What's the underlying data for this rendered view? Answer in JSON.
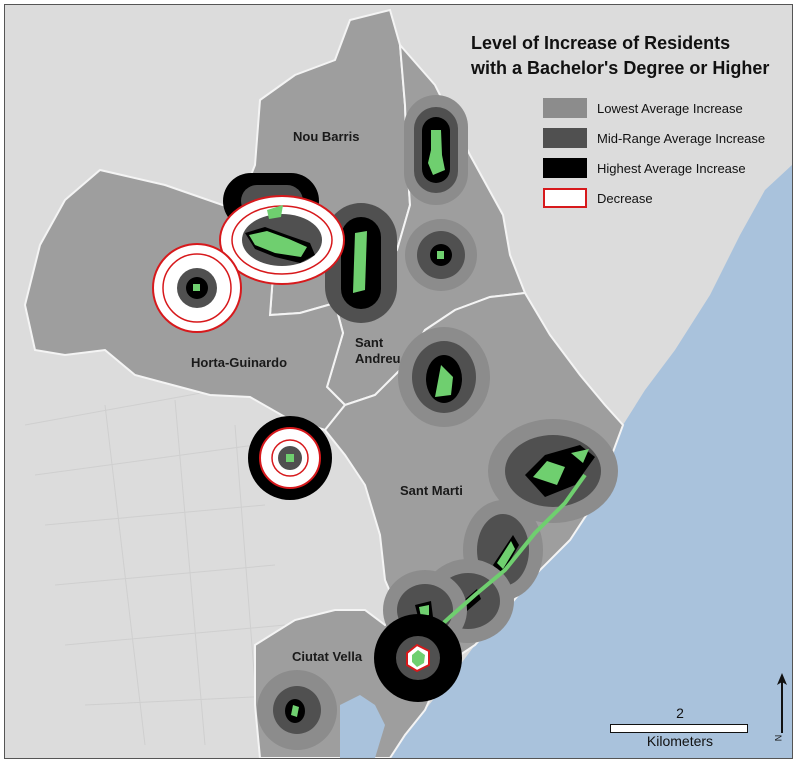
{
  "title": {
    "line1": "Level of Increase of Residents",
    "line2": "with a Bachelor's Degree or Higher"
  },
  "legend": {
    "items": [
      {
        "label": "Lowest Average Increase",
        "fill": "#8c8c8c",
        "border": "#8c8c8c"
      },
      {
        "label": "Mid-Range Average Increase",
        "fill": "#505050",
        "border": "#505050"
      },
      {
        "label": "Highest Average Increase",
        "fill": "#000000",
        "border": "#000000"
      },
      {
        "label": "Decrease",
        "fill": "#ffffff",
        "border": "#d7191c"
      }
    ]
  },
  "districts": {
    "nou_barris": "Nou Barris",
    "sant_andreu_line1": "Sant",
    "sant_andreu_line2": "Andreu",
    "horta_guinardo": "Horta-Guinardo",
    "sant_marti": "Sant Marti",
    "ciutat_vella": "Ciutat Vella"
  },
  "scale": {
    "value": "2",
    "unit": "Kilometers"
  },
  "north": {
    "letter": "N"
  },
  "colors": {
    "sea": "#a9c2dc",
    "land_background": "#dcdcdc",
    "district_fill": "#9e9e9e",
    "district_border": "#f4f4f4",
    "park_green": "#6fcf6f",
    "lowest": "#8c8c8c",
    "mid": "#505050",
    "highest": "#000000",
    "decrease_border": "#d7191c"
  }
}
